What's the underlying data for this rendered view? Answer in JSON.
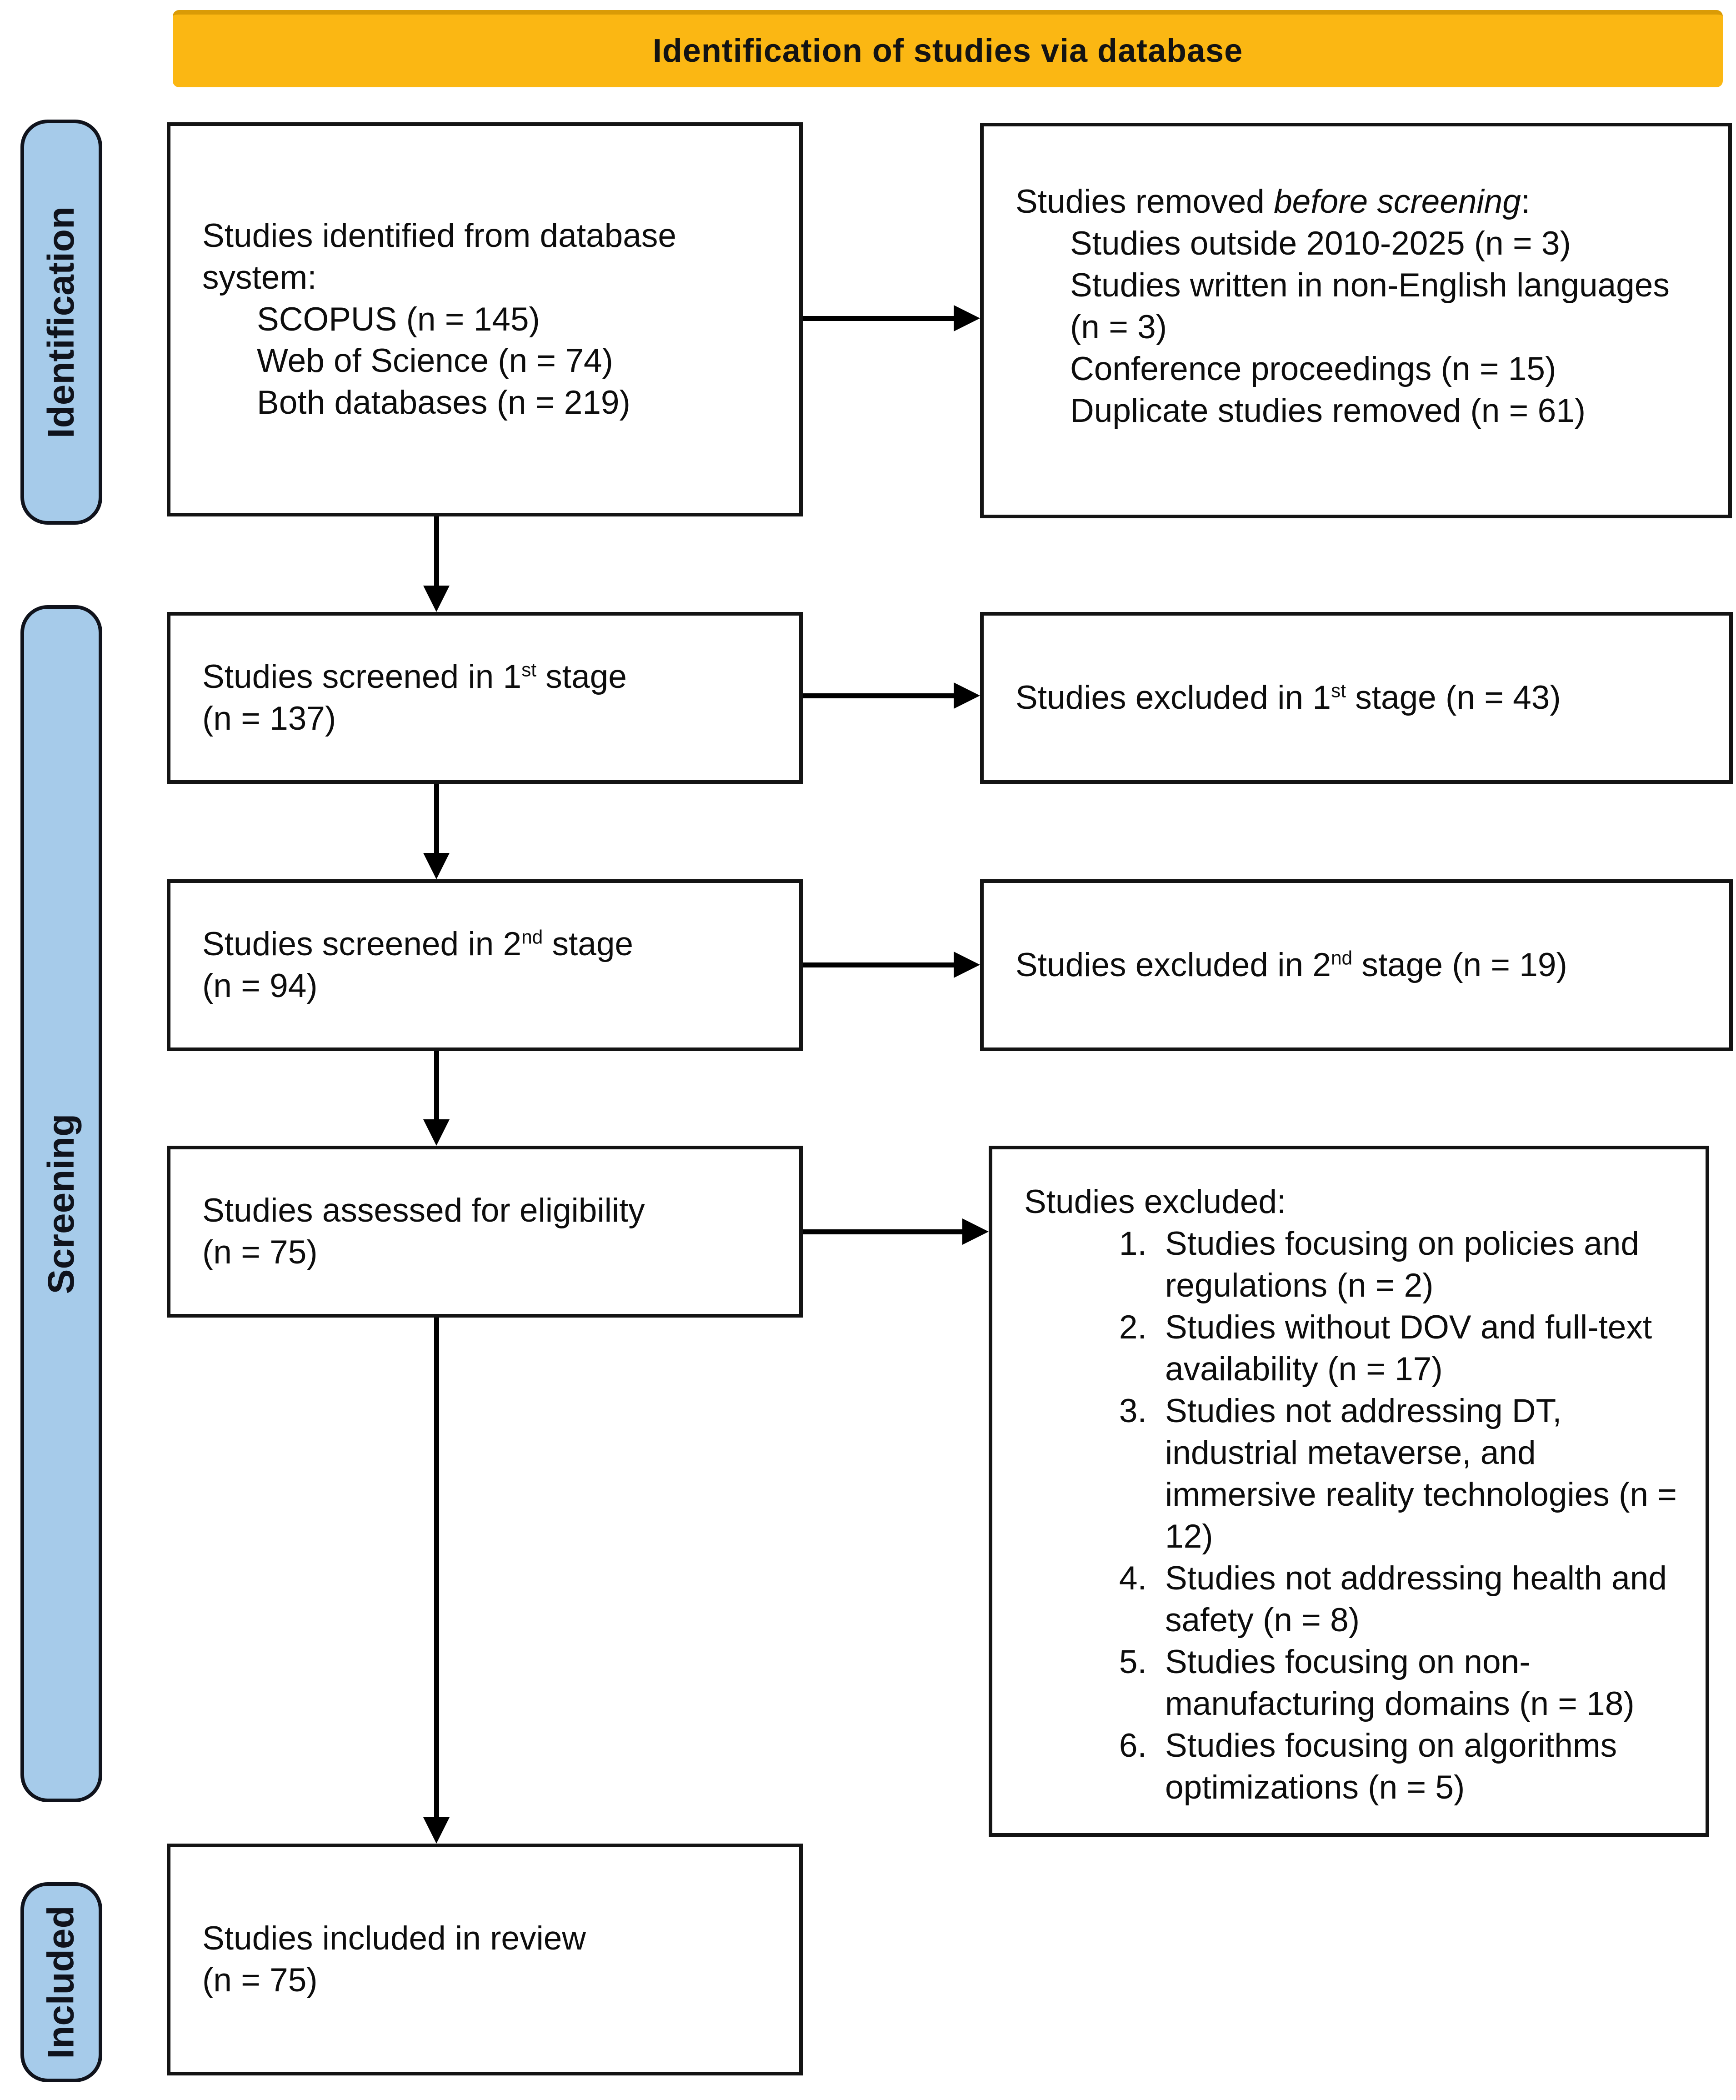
{
  "colors": {
    "banner_fill": "#FBB713",
    "banner_edge": "#DA9B06",
    "stage_fill": "#A6CBEA"
  },
  "banner": {
    "label": "Identification of studies via database"
  },
  "stages": {
    "identification": "Identification",
    "screening": "Screening",
    "included": "Included"
  },
  "flow": {
    "identified": {
      "title": "Studies identified from database system:",
      "items": [
        "SCOPUS (n = 145)",
        "Web of Science (n = 74)",
        "Both databases (n = 219)"
      ]
    },
    "removed_before_screening": {
      "title_rich": [
        {
          "t": "Studies removed "
        },
        {
          "t": "before screening",
          "i": true
        },
        {
          "t": ":"
        }
      ],
      "items": [
        "Studies outside 2010-2025 (n = 3)",
        "Studies written in non-English languages (n = 3)",
        "Conference proceedings (n = 15)",
        "Duplicate studies removed (n = 61)"
      ]
    },
    "screened_stage1": {
      "line1_rich": [
        {
          "t": "Studies screened in 1"
        },
        {
          "t": "st",
          "sup": true
        },
        {
          "t": " stage"
        }
      ],
      "line2": "(n = 137)"
    },
    "excluded_stage1_rich": [
      {
        "t": "Studies excluded in 1"
      },
      {
        "t": "st",
        "sup": true
      },
      {
        "t": " stage (n = 43)"
      }
    ],
    "screened_stage2": {
      "line1_rich": [
        {
          "t": "Studies screened in 2"
        },
        {
          "t": "nd",
          "sup": true
        },
        {
          "t": " stage"
        }
      ],
      "line2": "(n = 94)"
    },
    "excluded_stage2_rich": [
      {
        "t": "Studies excluded in 2"
      },
      {
        "t": "nd",
        "sup": true
      },
      {
        "t": " stage (n = 19)"
      }
    ],
    "assessed": {
      "line1": "Studies assessed for eligibility",
      "line2": "(n = 75)"
    },
    "excluded_final": {
      "title": "Studies excluded:",
      "items": [
        "Studies focusing on policies and regulations (n = 2)",
        "Studies without DOV and full-text availability (n = 17)",
        "Studies not addressing DT, industrial metaverse, and immersive reality technologies (n = 12)",
        "Studies not addressing health and safety (n = 8)",
        "Studies focusing on non-manufacturing domains (n = 18)",
        "Studies focusing on algorithms optimizations (n = 5)"
      ]
    },
    "included_review": {
      "line1": "Studies included in review",
      "line2": "(n = 75)"
    }
  }
}
